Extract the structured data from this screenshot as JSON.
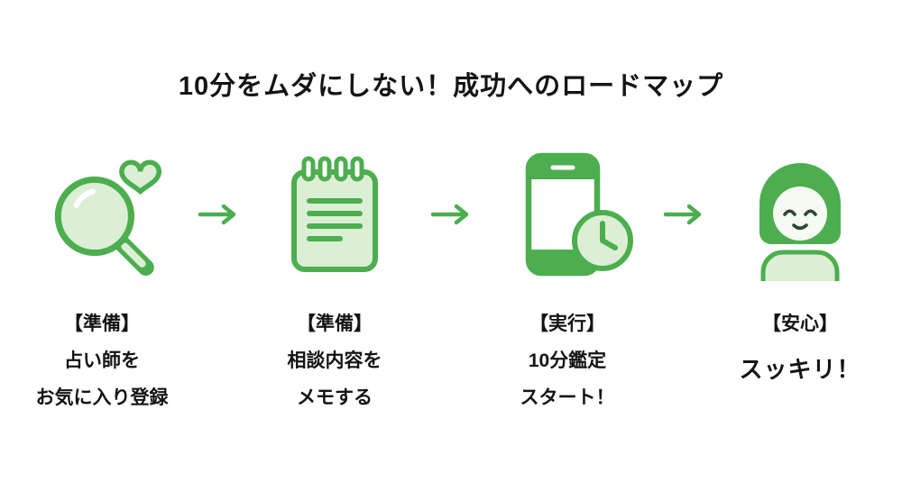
{
  "title": "10分をムダにしない！成功へのロードマップ",
  "colors": {
    "green": "#4cae4f",
    "green_light": "#dcefd5",
    "green_pale": "#f5fbf2",
    "text": "#141414",
    "background": "#ffffff"
  },
  "icons": {
    "arrow": "→",
    "step1": "magnifier-heart-icon",
    "step2": "notepad-icon",
    "step3": "smartphone-clock-icon",
    "step4": "relieved-woman-icon"
  },
  "steps": [
    {
      "lines": [
        "【準備】",
        "占い師を",
        "お気に入り登録"
      ]
    },
    {
      "lines": [
        "【準備】",
        "相談内容を",
        "メモする"
      ]
    },
    {
      "lines": [
        "【実行】",
        "10分鑑定",
        "スタート！"
      ]
    },
    {
      "lines": [
        "【安心】"
      ],
      "highlight": "スッキリ！"
    }
  ]
}
